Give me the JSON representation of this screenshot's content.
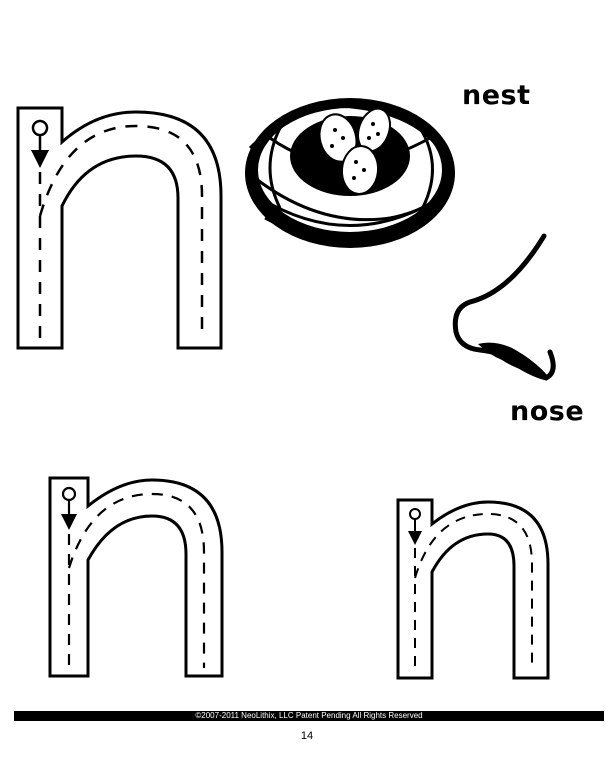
{
  "words": {
    "nest": "nest",
    "nose": "nose"
  },
  "footer": {
    "copyright": "©2007-2011  NeoLithix, LLC  Patent Pending  All Rights Reserved",
    "page_number": "14"
  },
  "icons": {
    "start": "start-circle-icon",
    "arrow": "down-arrow-icon",
    "nest": "nest-icon",
    "nose": "nose-icon"
  },
  "colors": {
    "ink": "#000000",
    "paper": "#ffffff"
  }
}
